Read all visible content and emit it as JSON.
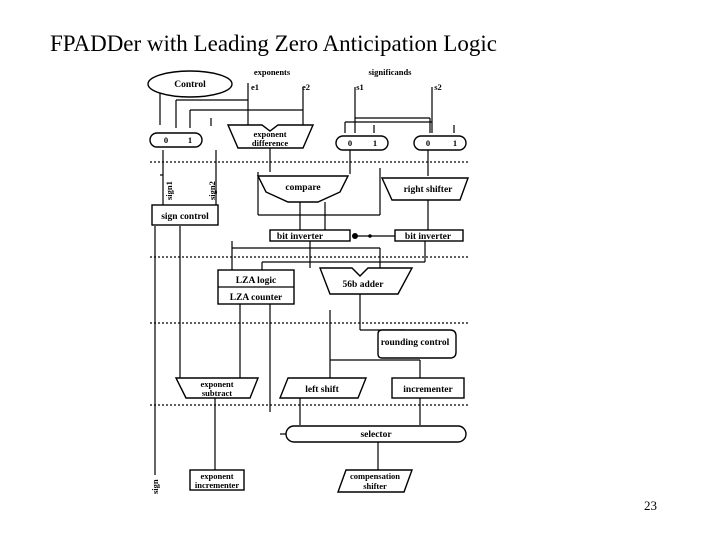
{
  "slide": {
    "title": "FPADDer with Leading Zero Anticipation Logic",
    "page_number": "23"
  },
  "diagram": {
    "inputs": {
      "exponents": "exponents",
      "e1": "e1",
      "e2": "e2",
      "significands": "significands",
      "s1": "s1",
      "s2": "s2"
    },
    "control": "Control",
    "mux_left": {
      "in0": "0",
      "in1": "1"
    },
    "mux_mid": {
      "in0": "0",
      "in1": "1"
    },
    "mux_right": {
      "in0": "0",
      "in1": "1"
    },
    "exponent_difference": {
      "line1": "exponent",
      "line2": "difference"
    },
    "compare": "compare",
    "right_shifter": "right shifter",
    "sign1": "sign1",
    "sign2": "sign2",
    "sign_control": "sign control",
    "bit_inverter_left": "bit inverter",
    "bit_inverter_right": "bit inverter",
    "lza_logic": "LZA logic",
    "lza_counter": "LZA counter",
    "adder": "56b adder",
    "rounding_control": "rounding control",
    "exponent_subtract": {
      "line1": "exponent",
      "line2": "subtract"
    },
    "left_shift": "left shift",
    "incrementer": "incrementer",
    "selector": "selector",
    "sign": "sign",
    "exponent_incrementer": {
      "line1": "exponent",
      "line2": "incrementer"
    },
    "compensation_shifter": {
      "line1": "compensation",
      "line2": "shifter"
    }
  }
}
